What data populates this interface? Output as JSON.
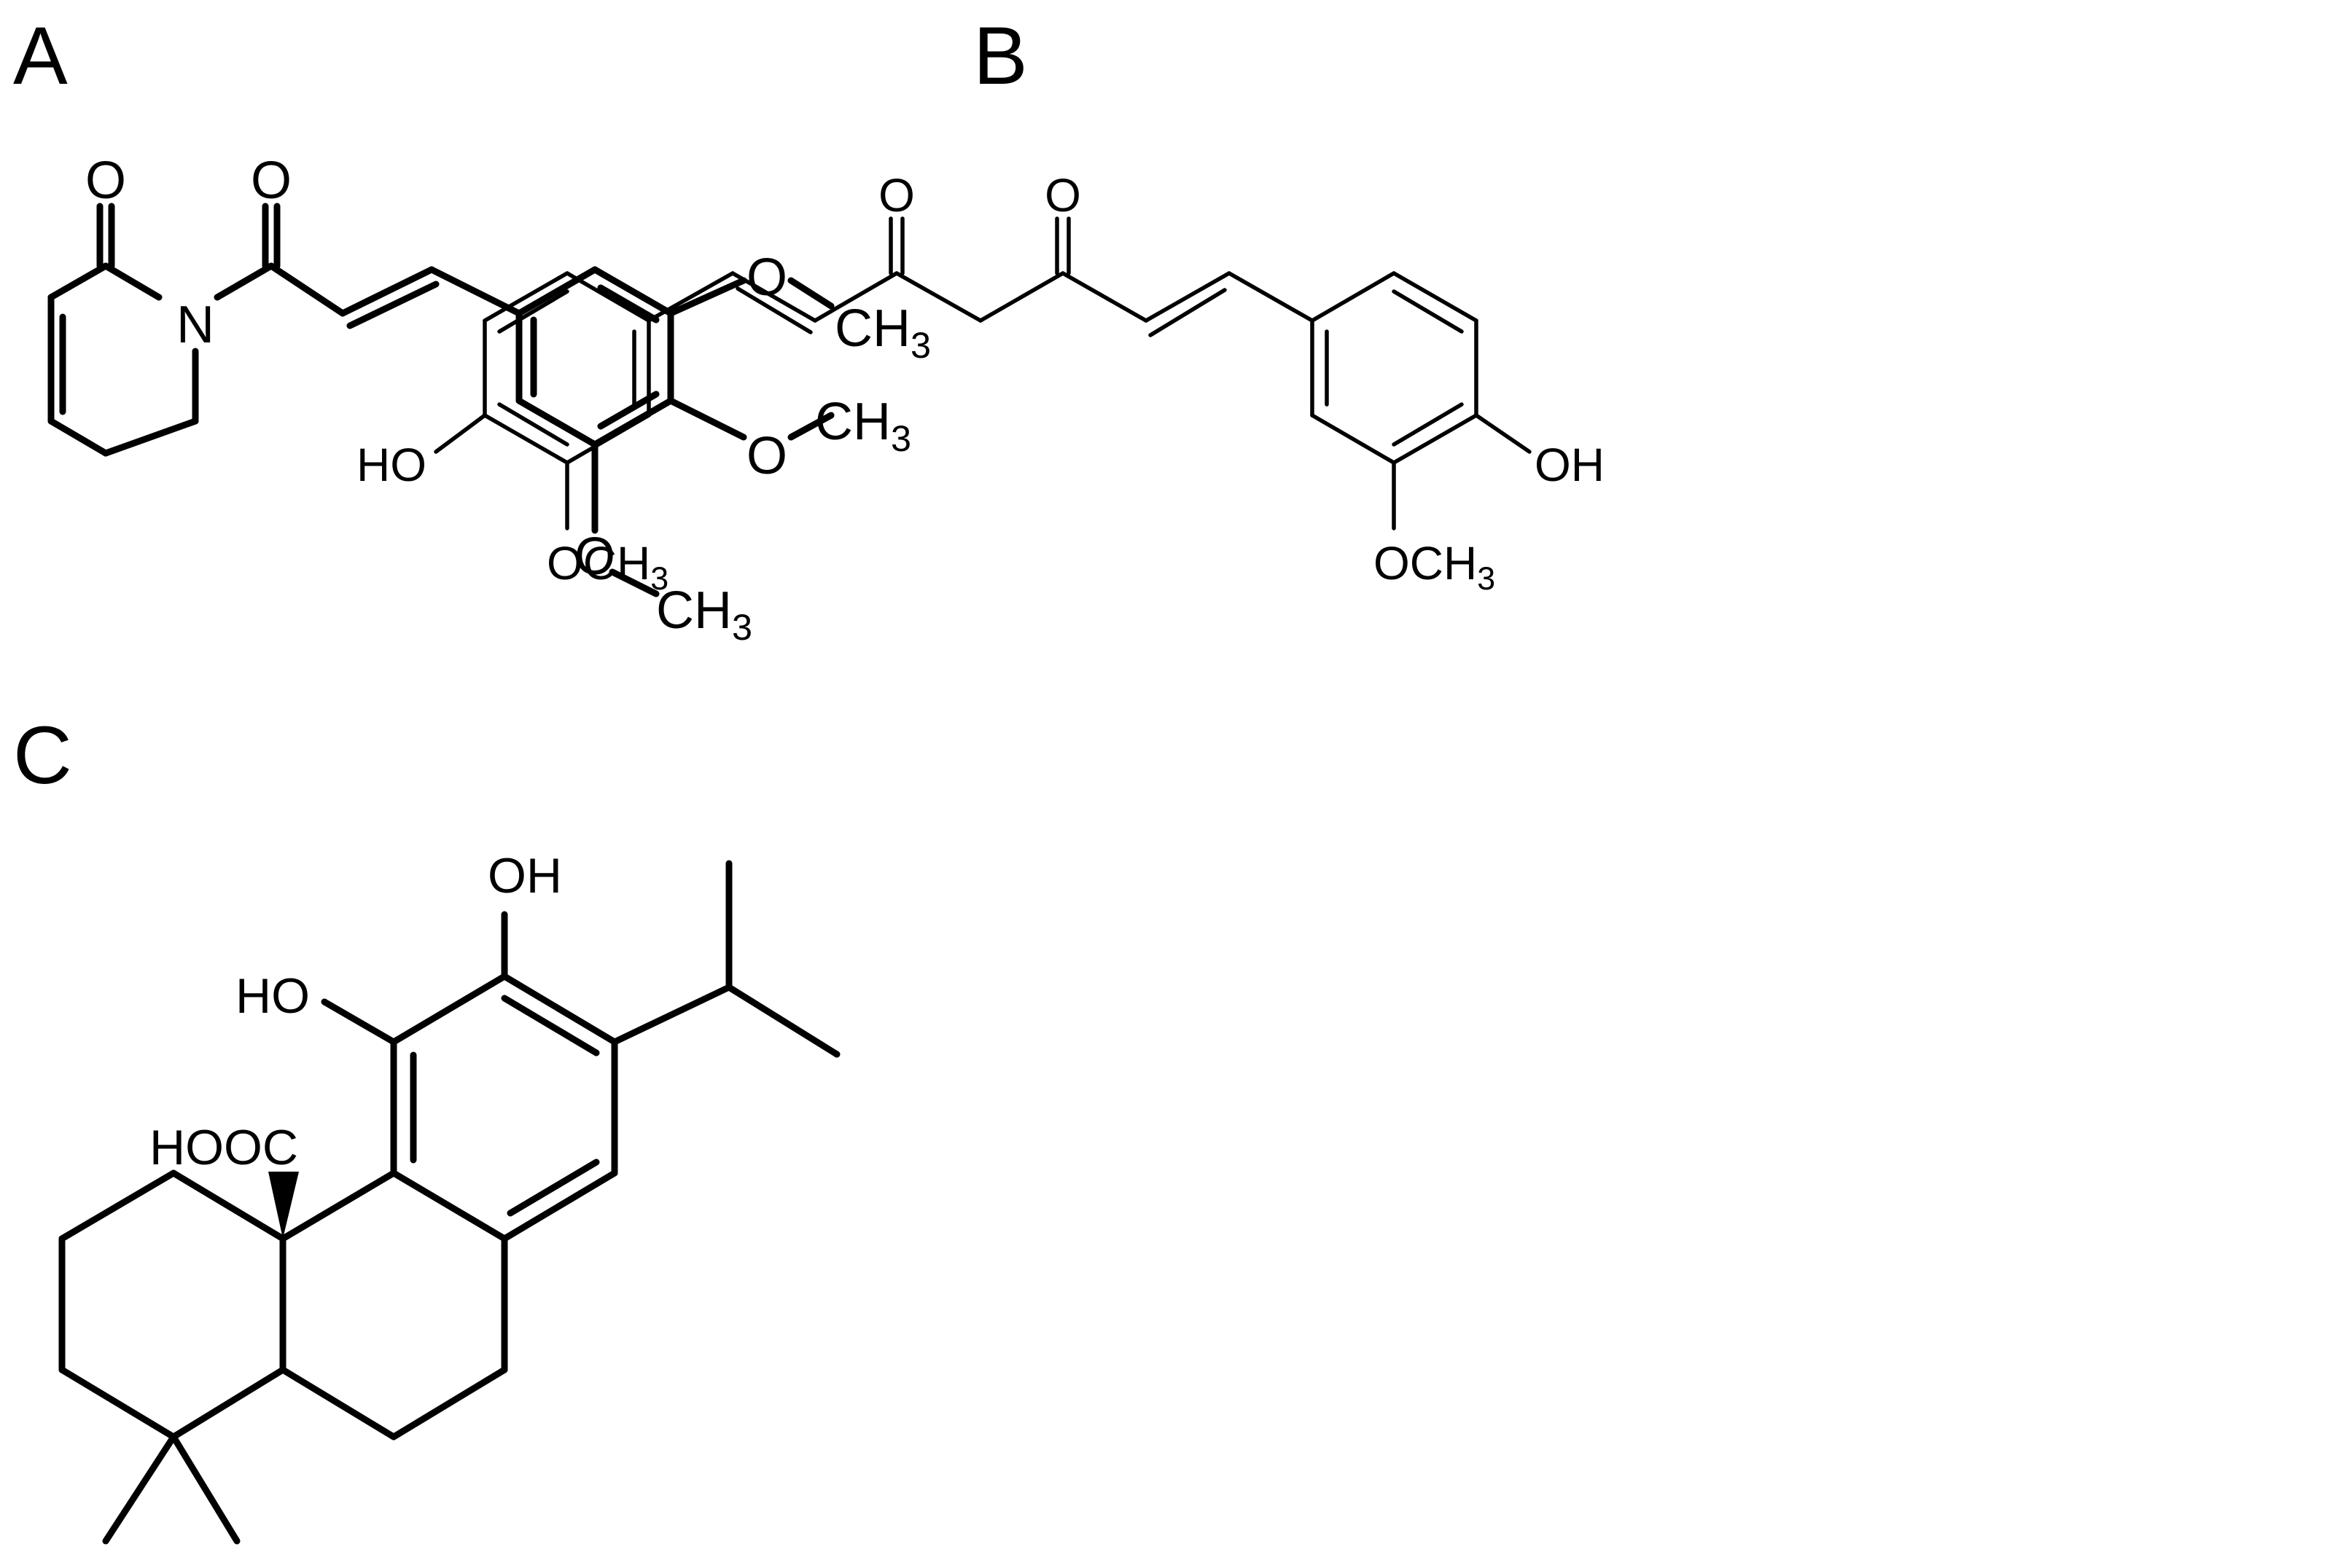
{
  "figure": {
    "panels": [
      {
        "id": "A",
        "label": "A",
        "atoms": {
          "o_lactam": "O",
          "o_carbonyl": "O",
          "n": "N",
          "o_meo1": "O",
          "ch3_1": "CH3",
          "o_meo2": "O",
          "ch3_2": "CH3",
          "o_meo3": "O",
          "ch3_3": "CH3"
        }
      },
      {
        "id": "B",
        "label": "B",
        "atoms": {
          "o_keto1": "O",
          "o_keto2": "O",
          "ho_left": "HO",
          "och3_left": "OCH3",
          "oh_right": "OH",
          "och3_right": "OCH3"
        }
      },
      {
        "id": "C",
        "label": "C",
        "atoms": {
          "oh_top": "OH",
          "ho_left": "HO",
          "hooc": "HOOC"
        }
      }
    ]
  },
  "colors": {
    "ink": "#000000",
    "background": "#ffffff"
  }
}
